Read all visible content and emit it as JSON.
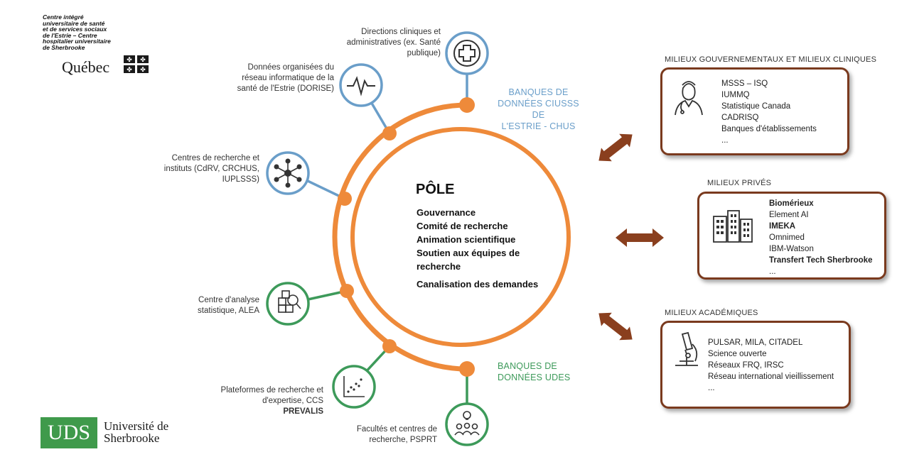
{
  "logos": {
    "ciusss_lines": [
      "Centre intégré",
      "universitaire de santé",
      "et de services sociaux",
      "de l'Estrie – Centre",
      "hospitalier universitaire",
      "de Sherbrooke"
    ],
    "quebec": "Québec",
    "uds_mark": "UDS",
    "uds_name_line1": "Université de",
    "uds_name_line2": "Sherbrooke"
  },
  "pole": {
    "title": "PÔLE",
    "items": [
      "Gouvernance",
      "Comité de recherche",
      "Animation scientifique",
      "Soutien aux équipes de",
      "recherche",
      "Canalisation des demandes"
    ]
  },
  "banks": {
    "ciusss": [
      "BANQUES DE",
      "DONNÉES CIUSSS DE",
      "L'ESTRIE - CHUS"
    ],
    "udes": [
      "BANQUES DE",
      "DONNÉES UDES"
    ]
  },
  "nodes": {
    "directions": [
      "Directions cliniques et",
      "administratives (ex. Santé",
      "publique)"
    ],
    "dorise": [
      "Données organisées du",
      "réseau informatique de la",
      "santé de l'Estrie (DORISE)"
    ],
    "centres": [
      "Centres de recherche et",
      "instituts (CdRV, CRCHUS,",
      "IUPLSSS)"
    ],
    "alea": [
      "Centre d'analyse",
      "statistique, ALEA"
    ],
    "plateformes": [
      "Plateformes de recherche et",
      "d'expertise, CCS",
      "PREVALIS"
    ],
    "facultes": [
      "Facultés et centres de",
      "recherche,  PSPRT"
    ]
  },
  "milieux": {
    "gouv": {
      "title": "MILIEUX GOUVERNEMENTAUX ET MILIEUX CLINIQUES",
      "items": [
        "MSSS – ISQ",
        "IUMMQ",
        "Statistique Canada",
        "CADRISQ",
        "Banques d'établissements",
        "..."
      ]
    },
    "prives": {
      "title": "MILIEUX PRIVÉS",
      "items": [
        "Biomérieux",
        "Element AI",
        "IMEKA",
        "Omnimed",
        "IBM-Watson",
        "Transfert Tech Sherbrooke",
        "..."
      ]
    },
    "acad": {
      "title": "MILIEUX ACADÉMIQUES",
      "items": [
        "PULSAR,  MILA,  CITADEL",
        "Science ouverte",
        "Réseaux FRQ, IRSC",
        "Réseau international vieillissement",
        "..."
      ]
    }
  },
  "colors": {
    "orange": "#ee8a3a",
    "blue": "#6a9ec9",
    "green": "#3d9a5a",
    "brown": "#7a3a1e"
  }
}
